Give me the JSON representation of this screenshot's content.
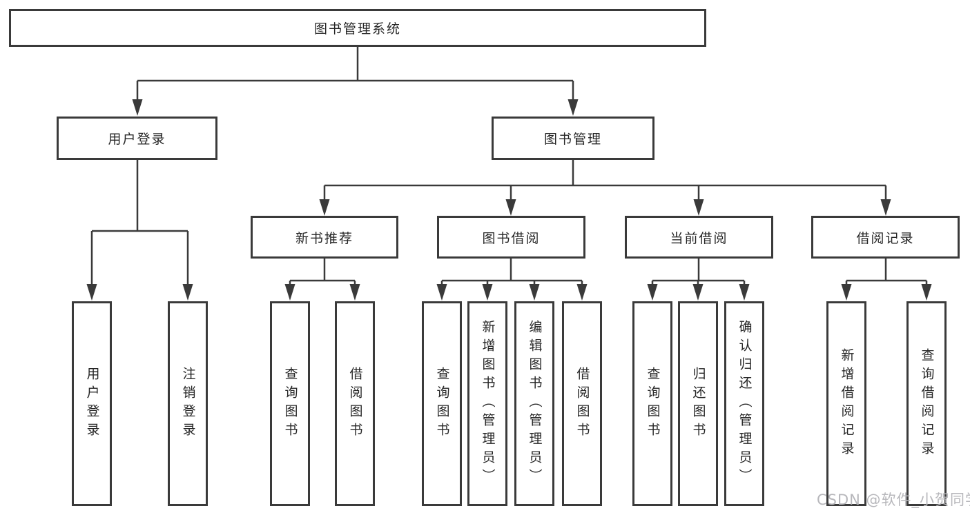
{
  "tree": {
    "label": "图书管理系统",
    "children": [
      {
        "label": "用户登录",
        "children": [
          {
            "label": "用户登录"
          },
          {
            "label": "注销登录"
          }
        ]
      },
      {
        "label": "图书管理",
        "children": [
          {
            "label": "新书推荐",
            "children": [
              {
                "label": "查询图书"
              },
              {
                "label": "借阅图书"
              }
            ]
          },
          {
            "label": "图书借阅",
            "children": [
              {
                "label": "查询图书"
              },
              {
                "label": "新增图书（管理员）"
              },
              {
                "label": "编辑图书（管理员）"
              },
              {
                "label": "借阅图书"
              }
            ]
          },
          {
            "label": "当前借阅",
            "children": [
              {
                "label": "查询图书"
              },
              {
                "label": "归还图书"
              },
              {
                "label": "确认归还（管理员）"
              }
            ]
          },
          {
            "label": "借阅记录",
            "children": [
              {
                "label": "新增借阅记录"
              },
              {
                "label": "查询借阅记录"
              }
            ]
          }
        ]
      }
    ]
  },
  "watermark": "CSDN @软件_小贺同学",
  "colors": {
    "line": "#3a3a3a",
    "box_border": "#3a3a3a",
    "box_fill": "#ffffff",
    "text": "#262626",
    "watermark": "#b7b7bb",
    "background": "#ffffff"
  }
}
